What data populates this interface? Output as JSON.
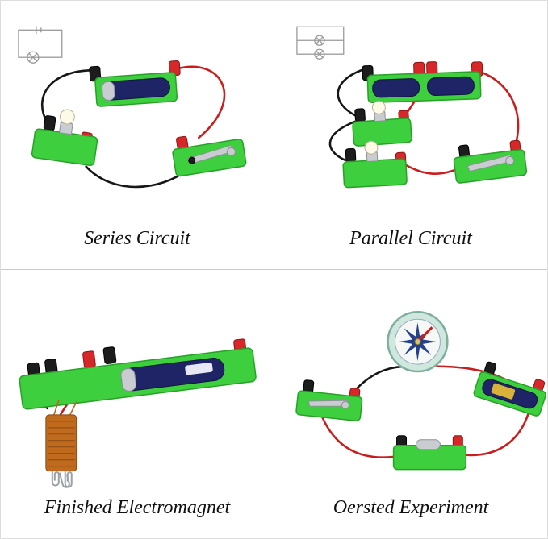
{
  "page": {
    "background": "#ffffff",
    "divider_color": "#c9c9c9"
  },
  "panels": [
    {
      "id": "series-circuit",
      "caption": "Series Circuit"
    },
    {
      "id": "parallel-circuit",
      "caption": "Parallel Circuit"
    },
    {
      "id": "finished-electromagnet",
      "caption": "Finished Electromagnet"
    },
    {
      "id": "oersted-experiment",
      "caption": "Oersted Experiment"
    }
  ],
  "palette": {
    "base_green": "#3ecf3e",
    "battery_navy": "#1e2466",
    "terminal_red": "#d62828",
    "terminal_black": "#1c1c1c",
    "wire_red": "#c81e1e",
    "wire_black": "#161616",
    "coil_copper": "#c06a1e",
    "metal_silver": "#c9ccd1"
  }
}
